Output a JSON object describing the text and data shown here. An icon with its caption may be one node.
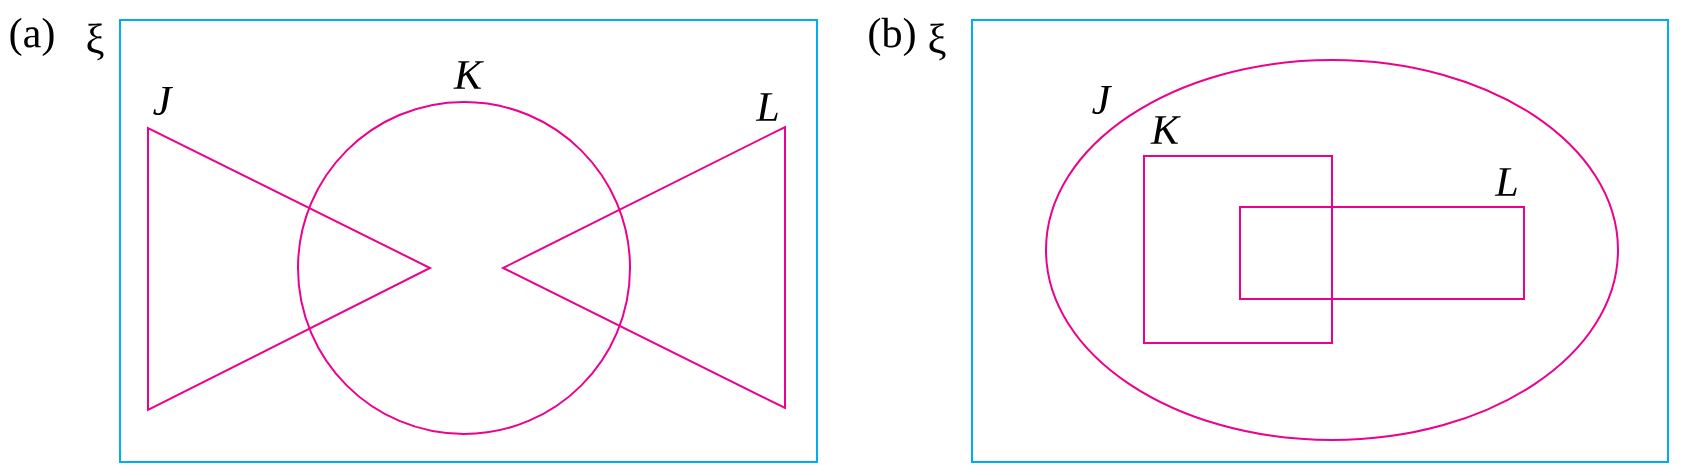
{
  "diagram": {
    "nodes": [
      {
        "text": [
          "ξ"
        ]
      },
      {
        "text": [
          "J"
        ],
        "in": 0
      },
      {
        "text": [
          "K"
        ],
        "in": 0
      },
      {
        "text": [
          "L"
        ],
        "in": 0
      },
      {
        "text": [
          "ξ"
        ]
      },
      {
        "text": [
          "J"
        ],
        "in": 4
      },
      {
        "text": [
          "K"
        ],
        "in": 5
      },
      {
        "text": [
          "L"
        ],
        "in": 5
      }
    ],
    "labels": [
      "(a)",
      "(b)"
    ]
  }
}
